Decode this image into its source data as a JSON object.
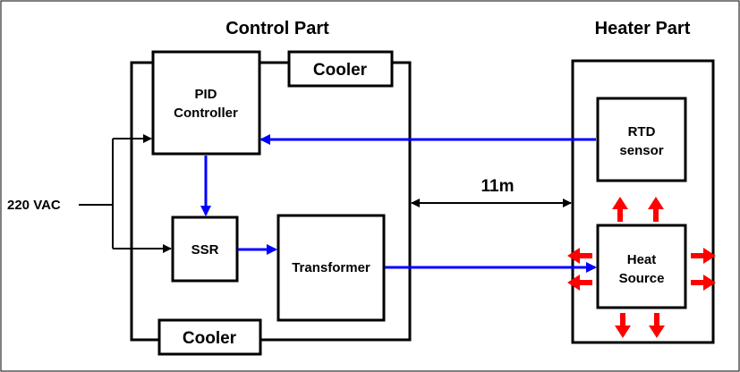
{
  "sections": {
    "control_title": "Control Part",
    "heater_title": "Heater Part"
  },
  "blocks": {
    "pid_line1": "PID",
    "pid_line2": "Controller",
    "cooler_top": "Cooler",
    "cooler_bottom": "Cooler",
    "ssr": "SSR",
    "transformer": "Transformer",
    "rtd_line1": "RTD",
    "rtd_line2": "sensor",
    "heat_line1": "Heat",
    "heat_line2": "Source"
  },
  "labels": {
    "input": "220  VAC",
    "distance": "11m"
  },
  "colors": {
    "signal": "#0000ff",
    "heat": "#ff0000",
    "line": "#000000"
  }
}
